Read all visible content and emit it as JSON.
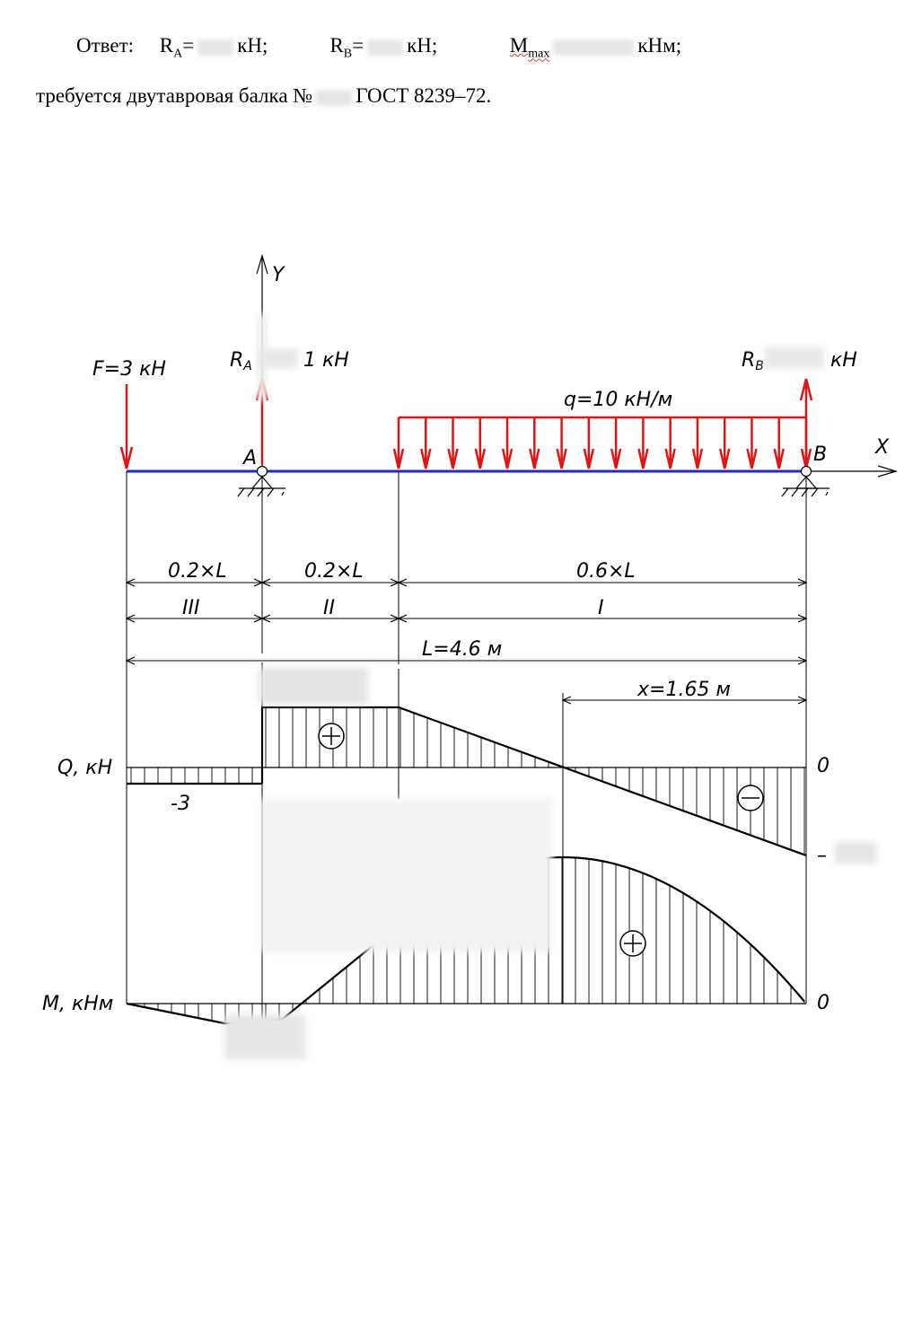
{
  "answer": {
    "label": "Ответ:",
    "ra_prefix": "R",
    "ra_sub": "A",
    "ra_eq": "=",
    "ra_unit": "кН;",
    "rb_prefix": "R",
    "rb_sub": "B",
    "rb_eq": "=",
    "rb_unit": "кН;",
    "mmax_prefix": "M",
    "mmax_sub": "max",
    "mmax_unit": "кНм;",
    "line2_text_a": "требуется двутавровая балка №",
    "line2_text_b": "ГОСТ 8239–72."
  },
  "diagram": {
    "axis_y": "Y",
    "axis_x": "X",
    "force_f": "F=3 кН",
    "reaction_a": "R",
    "reaction_a_sub": "A",
    "reaction_a_unit": "1 кН",
    "reaction_b": "R",
    "reaction_b_sub": "B",
    "reaction_b_unit": "кН",
    "load_q": "q=10 кН/м",
    "support_a": "A",
    "support_b": "B",
    "dim_1": "0.2×L",
    "dim_2": "0.2×L",
    "dim_3": "0.6×L",
    "section_3": "III",
    "section_2": "II",
    "section_1": "I",
    "length": "L=4.6 м",
    "x_dim": "x=1.65 м",
    "q_label": "Q, кН",
    "q_zero": "0",
    "q_neg3": "-3",
    "q_dash": "–",
    "m_label": "M, кНм",
    "m_zero": "0",
    "plus_sign": "+",
    "minus_sign": "−"
  },
  "colors": {
    "beam": "#1f2fb8",
    "load": "#e01414",
    "line": "#000000"
  }
}
